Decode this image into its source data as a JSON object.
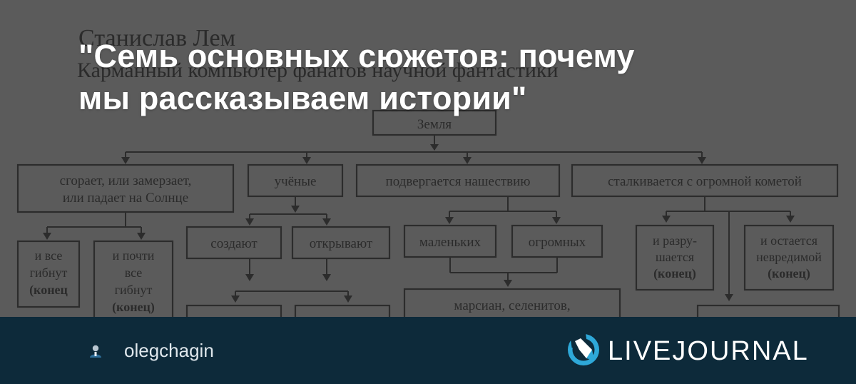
{
  "headline": {
    "line1": "\"Семь основных сюжетов: почему",
    "line2": "мы рассказываем истории\""
  },
  "background_scan": {
    "author": "Станислав Лем",
    "book_title": "Карманный компьютер фанатов научной фантастики",
    "root": "Земля",
    "branches": {
      "b1_line1": "сгорает, или замерзает,",
      "b1_line2": "или падает на Солнце",
      "b2": "учёные",
      "b3": "подвергается нашествию",
      "b4": "сталкивается с огромной кометой"
    },
    "leaves": {
      "all_die": [
        "и все",
        "гибнут",
        "(конец"
      ],
      "almost_all_die": [
        "и почти",
        "все",
        "гибнут",
        "(конец)"
      ],
      "create": "создают",
      "discover": "открывают",
      "small": "маленьких",
      "huge": "огромных",
      "martians": "марсиан, селенитов,",
      "destroyed": [
        "и разру-",
        "шается",
        "(конец)"
      ],
      "unharmed": [
        "и остается",
        "невредимой",
        "(конец)"
      ]
    }
  },
  "footer": {
    "author_icon": "user-icon",
    "author_name": "olegchagin",
    "logo_icon": "livejournal-pen-icon",
    "brand": "LIVEJOURNAL"
  },
  "colors": {
    "background": "#5b5b5b",
    "diagram_ink": "#2c2c2c",
    "headline": "#ffffff",
    "footer_bg": "#0d2a3a",
    "logo_blue": "#2ea8d8"
  }
}
